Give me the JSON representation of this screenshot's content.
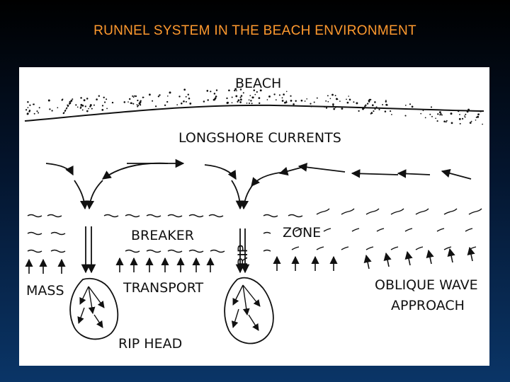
{
  "slide": {
    "title": "RUNNEL SYSTEM IN THE BEACH ENVIRONMENT"
  },
  "diagram": {
    "labels": {
      "beach": "BEACH",
      "longshore_currents": "LONGSHORE  CURRENTS",
      "breaker": "BREAKER",
      "zone": "ZONE",
      "rip": "RIP",
      "mass": "MASS",
      "transport": "TRANSPORT",
      "rip_head": "RIP HEAD",
      "oblique_wave": "OBLIQUE  WAVE",
      "approach": "APPROACH"
    }
  }
}
